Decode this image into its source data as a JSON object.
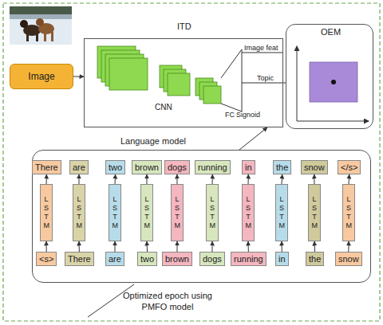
{
  "diagram": {
    "nodes": [
      {
        "text": [
          "Image"
        ]
      },
      {
        "text": [
          "ITD",
          "CNN",
          "FC",
          "Signoid",
          "Image feat",
          "Topic"
        ]
      },
      {
        "text": [
          "OEM"
        ]
      },
      {
        "text": [
          "Language model"
        ]
      },
      {
        "text": [
          "There"
        ],
        "in": 3
      },
      {
        "text": [
          "LSTM"
        ],
        "in": 3
      },
      {
        "text": [
          "<s>"
        ],
        "in": 3
      },
      {
        "text": [
          "are"
        ],
        "in": 3
      },
      {
        "text": [
          "LSTM"
        ],
        "in": 3
      },
      {
        "text": [
          "There"
        ],
        "in": 3
      },
      {
        "text": [
          "two"
        ],
        "in": 3
      },
      {
        "text": [
          "LSTM"
        ],
        "in": 3
      },
      {
        "text": [
          "are"
        ],
        "in": 3
      },
      {
        "text": [
          "brown"
        ],
        "in": 3
      },
      {
        "text": [
          "LSTM"
        ],
        "in": 3
      },
      {
        "text": [
          "two"
        ],
        "in": 3
      },
      {
        "text": [
          "dogs"
        ],
        "in": 3
      },
      {
        "text": [
          "LSTM"
        ],
        "in": 3
      },
      {
        "text": [
          "brown"
        ],
        "in": 3
      },
      {
        "text": [
          "running"
        ],
        "in": 3
      },
      {
        "text": [
          "LSTM"
        ],
        "in": 3
      },
      {
        "text": [
          "dogs"
        ],
        "in": 3
      },
      {
        "text": [
          "in"
        ],
        "in": 3
      },
      {
        "text": [
          "LSTM"
        ],
        "in": 3
      },
      {
        "text": [
          "running"
        ],
        "in": 3
      },
      {
        "text": [
          "the"
        ],
        "in": 3
      },
      {
        "text": [
          "LSTM"
        ],
        "in": 3
      },
      {
        "text": [
          "in"
        ],
        "in": 3
      },
      {
        "text": [
          "snow"
        ],
        "in": 3
      },
      {
        "text": [
          "LSTM"
        ],
        "in": 3
      },
      {
        "text": [
          "the"
        ],
        "in": 3
      },
      {
        "text": [
          "</s>"
        ],
        "in": 3
      },
      {
        "text": [
          "LSTM"
        ],
        "in": 3
      },
      {
        "text": [
          "snow"
        ],
        "in": 3
      }
    ],
    "edges": [
      {
        "from": 0,
        "to": 1,
        "arrow": "to"
      },
      {
        "from": 1,
        "to": 2,
        "arrow": "none"
      },
      {
        "from": 3,
        "to": 1,
        "arrow": "to"
      },
      {
        "from": 6,
        "to": 5,
        "arrow": "to"
      },
      {
        "from": 5,
        "to": 4,
        "arrow": "to"
      },
      {
        "from": 9,
        "to": 8,
        "arrow": "to"
      },
      {
        "from": 8,
        "to": 7,
        "arrow": "to"
      },
      {
        "from": 12,
        "to": 11,
        "arrow": "to"
      },
      {
        "from": 11,
        "to": 10,
        "arrow": "to"
      },
      {
        "from": 15,
        "to": 14,
        "arrow": "to"
      },
      {
        "from": 14,
        "to": 13,
        "arrow": "to"
      },
      {
        "from": 18,
        "to": 17,
        "arrow": "to"
      },
      {
        "from": 17,
        "to": 16,
        "arrow": "to"
      },
      {
        "from": 21,
        "to": 20,
        "arrow": "to"
      },
      {
        "from": 20,
        "to": 19,
        "arrow": "to"
      },
      {
        "from": 24,
        "to": 23,
        "arrow": "to"
      },
      {
        "from": 23,
        "to": 22,
        "arrow": "to"
      },
      {
        "from": 27,
        "to": 26,
        "arrow": "to"
      },
      {
        "from": 26,
        "to": 25,
        "arrow": "to"
      },
      {
        "from": 30,
        "to": 29,
        "arrow": "to"
      },
      {
        "from": 29,
        "to": 28,
        "arrow": "to"
      },
      {
        "from": 33,
        "to": 32,
        "arrow": "to"
      },
      {
        "from": 32,
        "to": 31,
        "arrow": "to"
      }
    ],
    "labels": [
      "Optimized epoch using PMFO model"
    ]
  }
}
